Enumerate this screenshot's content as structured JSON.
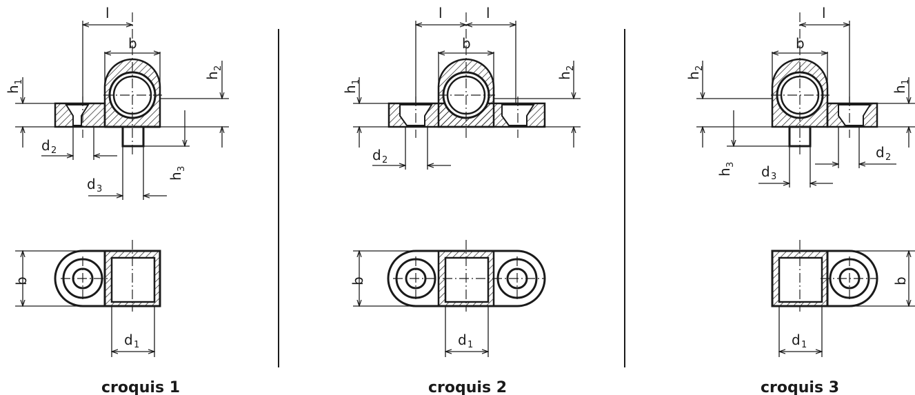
{
  "sketches": [
    {
      "caption": "croquis 1",
      "labels": {
        "l": "l",
        "b": "b",
        "h1": "h",
        "h1_sub": "1",
        "h2": "h",
        "h2_sub": "2",
        "h3": "h",
        "h3_sub": "3",
        "d2": "d",
        "d2_sub": "2",
        "d3": "d",
        "d3_sub": "3",
        "b_plan": "b",
        "d1": "d",
        "d1_sub": "1"
      }
    },
    {
      "caption": "croquis 2",
      "labels": {
        "l_left": "l",
        "l_right": "l",
        "b": "b",
        "h1": "h",
        "h1_sub": "1",
        "h2": "h",
        "h2_sub": "2",
        "d2": "d",
        "d2_sub": "2",
        "b_plan": "b",
        "d1": "d",
        "d1_sub": "1"
      }
    },
    {
      "caption": "croquis 3",
      "labels": {
        "l": "l",
        "b": "b",
        "h1": "h",
        "h1_sub": "1",
        "h2": "h",
        "h2_sub": "2",
        "h3": "h",
        "h3_sub": "3",
        "d2": "d",
        "d2_sub": "2",
        "d3": "d",
        "d3_sub": "3",
        "b_plan": "b",
        "d1": "d",
        "d1_sub": "1"
      }
    }
  ]
}
